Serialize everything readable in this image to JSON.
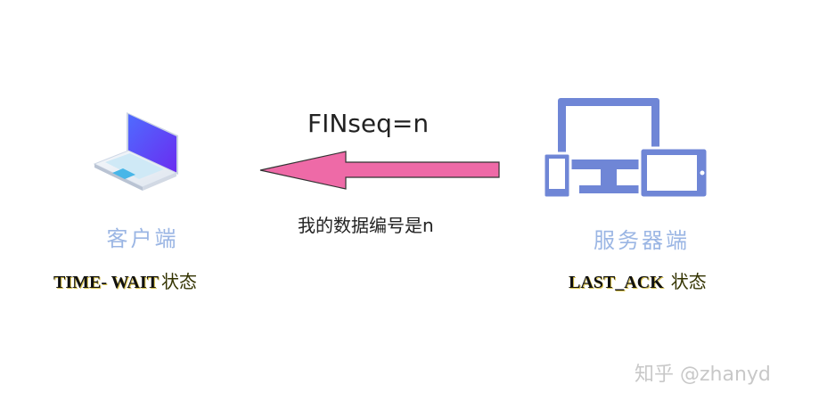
{
  "client": {
    "label": "客户端",
    "state": "TIME- WAIT",
    "state_suffix": "状态",
    "icon": "laptop-icon"
  },
  "server": {
    "label": "服务器端",
    "state": "LAST_ACK",
    "state_suffix": "状态",
    "icon": "devices-icon"
  },
  "message": {
    "fin_label": "FINseq=n",
    "seq_note": "我的数据编号是n",
    "direction": "server-to-client"
  },
  "watermark": {
    "text": "知乎 @zhanyd"
  },
  "colors": {
    "arrow_fill": "#ee6aa7",
    "device_blue": "#6f86d6",
    "label_blue": "#9bb6e4"
  }
}
